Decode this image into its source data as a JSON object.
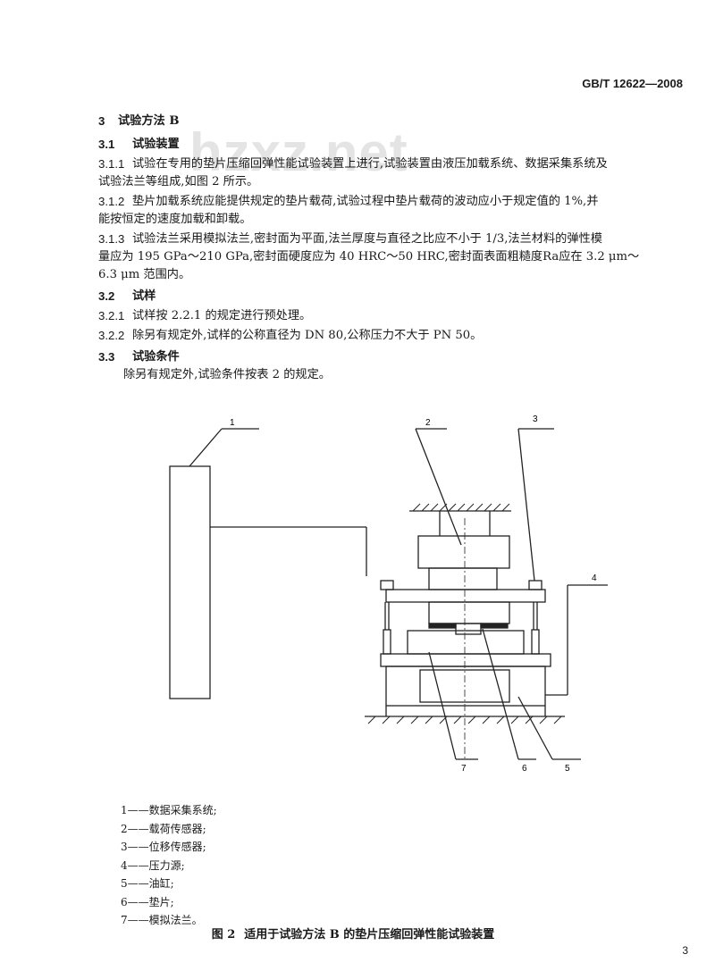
{
  "header": {
    "std_code": "GB/T 12622—2008"
  },
  "watermark": "hzxz.net",
  "sections": {
    "s3": {
      "num": "3",
      "title": "试验方法 B"
    },
    "s31": {
      "num": "3.1",
      "title": "试验装置"
    },
    "s311": {
      "num": "3.1.1",
      "line1": "试验在专用的垫片压缩回弹性能试验装置上进行,试验装置由液压加载系统、数据采集系统及",
      "line2": "试验法兰等组成,如图 2 所示。"
    },
    "s312": {
      "num": "3.1.2",
      "line1": "垫片加载系统应能提供规定的垫片载荷,试验过程中垫片载荷的波动应小于规定值的 1%,并",
      "line2": "能按恒定的速度加载和卸载。"
    },
    "s313": {
      "num": "3.1.3",
      "line1": "试验法兰采用模拟法兰,密封面为平面,法兰厚度与直径之比应不小于 1/3,法兰材料的弹性模",
      "line2": "量应为 195 GPa～210 GPa,密封面硬度应为 40 HRC～50 HRC,密封面表面粗糙度Ra应在 3.2 μm～",
      "line3": "6.3 μm 范围内。"
    },
    "s32": {
      "num": "3.2",
      "title": "试样"
    },
    "s321": {
      "num": "3.2.1",
      "text": "试样按 2.2.1 的规定进行预处理。"
    },
    "s322": {
      "num": "3.2.2",
      "text": "除另有规定外,试样的公称直径为 DN 80,公称压力不大于 PN 50。"
    },
    "s33": {
      "num": "3.3",
      "title": "试验条件",
      "text": "除另有规定外,试验条件按表 2 的规定。"
    }
  },
  "figure": {
    "labels": [
      "1",
      "2",
      "3",
      "4",
      "5",
      "6",
      "7"
    ]
  },
  "legend": [
    "1——数据采集系统;",
    "2——载荷传感器;",
    "3——位移传感器;",
    "4——压力源;",
    "5——油缸;",
    "6——垫片;",
    "7——模拟法兰。"
  ],
  "caption": {
    "num": "图 2",
    "text": "适用于试验方法 B 的垫片压缩回弹性能试验装置"
  },
  "page_number": "3"
}
